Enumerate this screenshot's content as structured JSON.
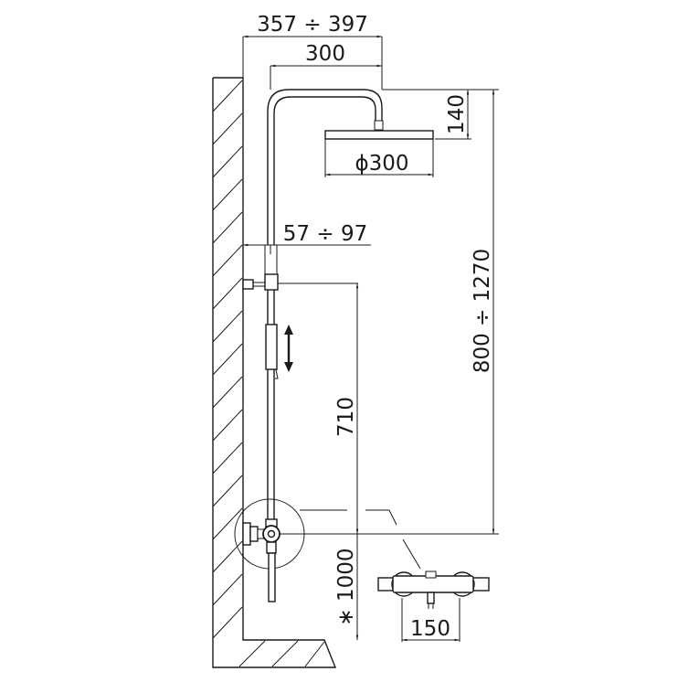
{
  "diagram": {
    "type": "technical-drawing",
    "subject": "thermostatic shower column side elevation",
    "line_color": "#1a1a1a",
    "background": "#ffffff",
    "dimensions": {
      "total_projection": "357 ÷ 397",
      "arm_length": "300",
      "head_height": "140",
      "head_diameter": "ϕ300",
      "wall_offset": "57 ÷ 97",
      "column_height": "800 ÷ 1270",
      "slider_travel": "710",
      "mixer_height": "∗ 1000",
      "mixer_centres": "150"
    },
    "components": [
      "wall-section-hatched",
      "floor-section-hatched",
      "riser-pipe",
      "overhead-arm",
      "shower-head",
      "wall-bracket",
      "hand-shower-slider",
      "adjustment-arrow",
      "thermostatic-mixer",
      "detail-circle",
      "mixer-front-view"
    ]
  }
}
